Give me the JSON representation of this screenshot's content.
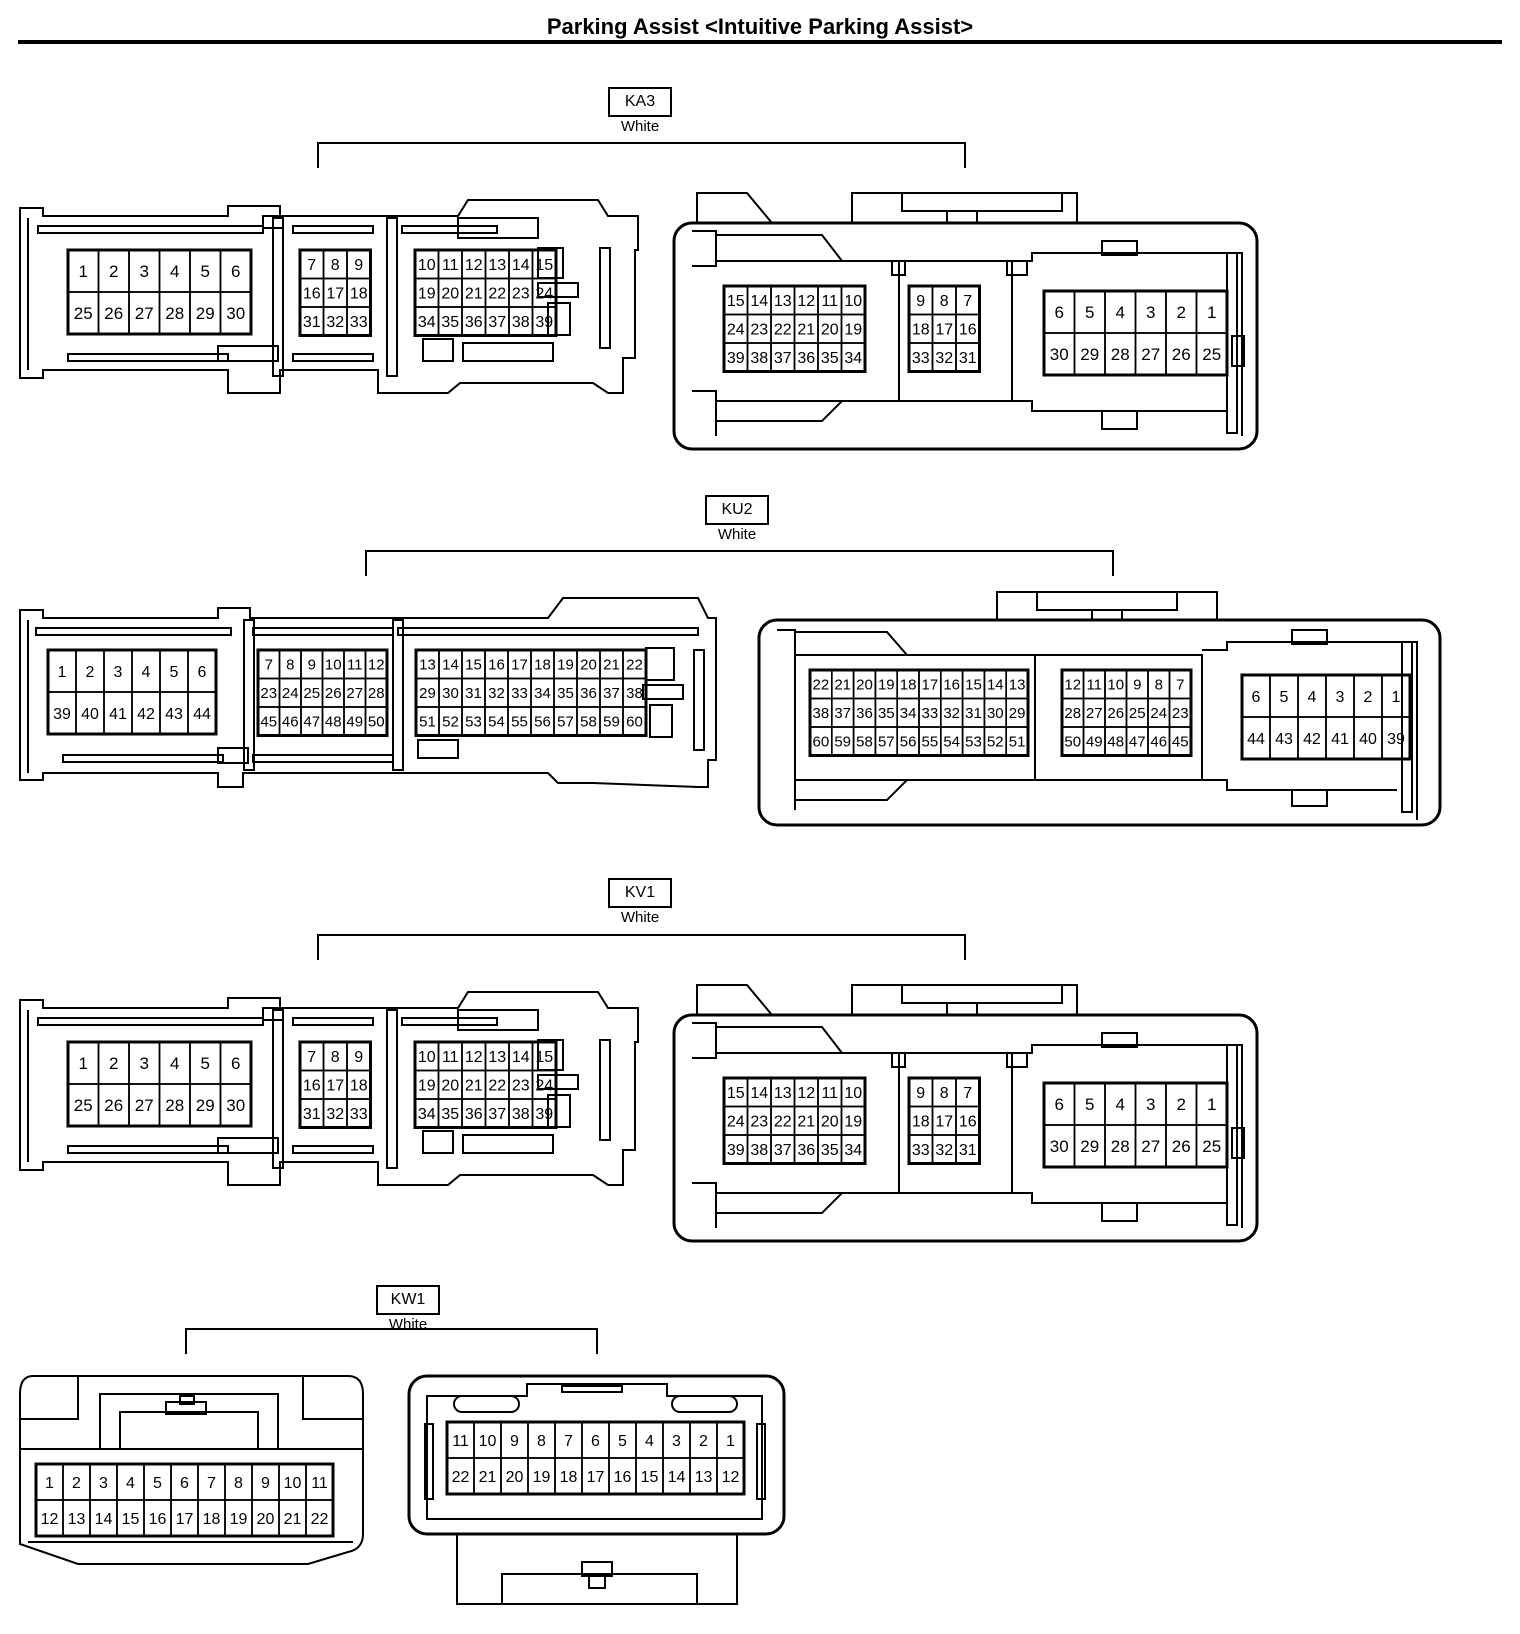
{
  "title": "Parking Assist <Intuitive Parking Assist>",
  "connectors": [
    {
      "code": "KA3",
      "color": "White",
      "male": [
        [
          [
            "1",
            "2",
            "3",
            "4",
            "5",
            "6"
          ],
          [
            "25",
            "26",
            "27",
            "28",
            "29",
            "30"
          ]
        ],
        [
          [
            "7",
            "8",
            "9"
          ],
          [
            "16",
            "17",
            "18"
          ],
          [
            "31",
            "32",
            "33"
          ]
        ],
        [
          [
            "10",
            "11",
            "12",
            "13",
            "14",
            "15"
          ],
          [
            "19",
            "20",
            "21",
            "22",
            "23",
            "24"
          ],
          [
            "34",
            "35",
            "36",
            "37",
            "38",
            "39"
          ]
        ]
      ],
      "female": [
        [
          [
            "15",
            "14",
            "13",
            "12",
            "11",
            "10"
          ],
          [
            "24",
            "23",
            "22",
            "21",
            "20",
            "19"
          ],
          [
            "39",
            "38",
            "37",
            "36",
            "35",
            "34"
          ]
        ],
        [
          [
            "9",
            "8",
            "7"
          ],
          [
            "18",
            "17",
            "16"
          ],
          [
            "33",
            "32",
            "31"
          ]
        ],
        [
          [
            "6",
            "5",
            "4",
            "3",
            "2",
            "1"
          ],
          [
            "30",
            "29",
            "28",
            "27",
            "26",
            "25"
          ]
        ]
      ]
    },
    {
      "code": "KU2",
      "color": "White",
      "male": [
        [
          [
            "1",
            "2",
            "3",
            "4",
            "5",
            "6"
          ],
          [
            "39",
            "40",
            "41",
            "42",
            "43",
            "44"
          ]
        ],
        [
          [
            "7",
            "8",
            "9",
            "10",
            "11",
            "12"
          ],
          [
            "23",
            "24",
            "25",
            "26",
            "27",
            "28"
          ],
          [
            "45",
            "46",
            "47",
            "48",
            "49",
            "50"
          ]
        ],
        [
          [
            "13",
            "14",
            "15",
            "16",
            "17",
            "18",
            "19",
            "20",
            "21",
            "22"
          ],
          [
            "29",
            "30",
            "31",
            "32",
            "33",
            "34",
            "35",
            "36",
            "37",
            "38"
          ],
          [
            "51",
            "52",
            "53",
            "54",
            "55",
            "56",
            "57",
            "58",
            "59",
            "60"
          ]
        ]
      ],
      "female": [
        [
          [
            "22",
            "21",
            "20",
            "19",
            "18",
            "17",
            "16",
            "15",
            "14",
            "13"
          ],
          [
            "38",
            "37",
            "36",
            "35",
            "34",
            "33",
            "32",
            "31",
            "30",
            "29"
          ],
          [
            "60",
            "59",
            "58",
            "57",
            "56",
            "55",
            "54",
            "53",
            "52",
            "51"
          ]
        ],
        [
          [
            "12",
            "11",
            "10",
            "9",
            "8",
            "7"
          ],
          [
            "28",
            "27",
            "26",
            "25",
            "24",
            "23"
          ],
          [
            "50",
            "49",
            "48",
            "47",
            "46",
            "45"
          ]
        ],
        [
          [
            "6",
            "5",
            "4",
            "3",
            "2",
            "1"
          ],
          [
            "44",
            "43",
            "42",
            "41",
            "40",
            "39"
          ]
        ]
      ]
    },
    {
      "code": "KV1",
      "color": "White",
      "male": [
        [
          [
            "1",
            "2",
            "3",
            "4",
            "5",
            "6"
          ],
          [
            "25",
            "26",
            "27",
            "28",
            "29",
            "30"
          ]
        ],
        [
          [
            "7",
            "8",
            "9"
          ],
          [
            "16",
            "17",
            "18"
          ],
          [
            "31",
            "32",
            "33"
          ]
        ],
        [
          [
            "10",
            "11",
            "12",
            "13",
            "14",
            "15"
          ],
          [
            "19",
            "20",
            "21",
            "22",
            "23",
            "24"
          ],
          [
            "34",
            "35",
            "36",
            "37",
            "38",
            "39"
          ]
        ]
      ],
      "female": [
        [
          [
            "15",
            "14",
            "13",
            "12",
            "11",
            "10"
          ],
          [
            "24",
            "23",
            "22",
            "21",
            "20",
            "19"
          ],
          [
            "39",
            "38",
            "37",
            "36",
            "35",
            "34"
          ]
        ],
        [
          [
            "9",
            "8",
            "7"
          ],
          [
            "18",
            "17",
            "16"
          ],
          [
            "33",
            "32",
            "31"
          ]
        ],
        [
          [
            "6",
            "5",
            "4",
            "3",
            "2",
            "1"
          ],
          [
            "30",
            "29",
            "28",
            "27",
            "26",
            "25"
          ]
        ]
      ]
    },
    {
      "code": "KW1",
      "color": "White",
      "male": [
        [
          [
            "1",
            "2",
            "3",
            "4",
            "5",
            "6",
            "7",
            "8",
            "9",
            "10",
            "11"
          ],
          [
            "12",
            "13",
            "14",
            "15",
            "16",
            "17",
            "18",
            "19",
            "20",
            "21",
            "22"
          ]
        ]
      ],
      "female": [
        [
          [
            "11",
            "10",
            "9",
            "8",
            "7",
            "6",
            "5",
            "4",
            "3",
            "2",
            "1"
          ],
          [
            "22",
            "21",
            "20",
            "19",
            "18",
            "17",
            "16",
            "15",
            "14",
            "13",
            "12"
          ]
        ]
      ]
    }
  ]
}
